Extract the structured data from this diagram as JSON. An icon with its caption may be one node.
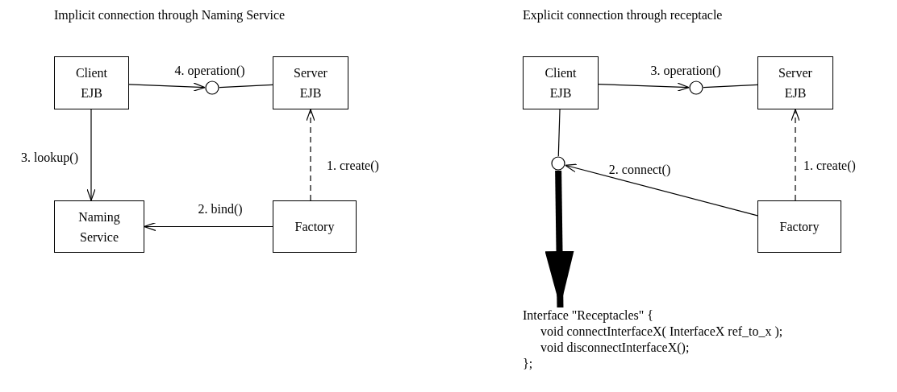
{
  "diagram": {
    "nodes": [
      {
        "text": [
          "Client EJB"
        ]
      },
      {
        "text": [
          "Server EJB"
        ]
      },
      {
        "text": [
          "Naming Service"
        ]
      },
      {
        "text": [
          "Factory"
        ]
      },
      {
        "text": [],
        "shape": "circle"
      },
      {
        "text": [
          "Client EJB"
        ]
      },
      {
        "text": [
          "Server EJB"
        ]
      },
      {
        "text": [],
        "shape": "circle"
      },
      {
        "text": [],
        "shape": "circle"
      },
      {
        "text": [
          "Factory"
        ]
      },
      {
        "text": [
          "Interface \"Receptacles\" {",
          "void connectInterfaceX( InterfaceX ref_to_x );",
          "void disconnectInterfaceX();",
          "};"
        ]
      }
    ],
    "edges": [
      {
        "from": 0,
        "to": 4,
        "arrow": "to",
        "label": "4. operation()"
      },
      {
        "from": 4,
        "to": 1,
        "arrow": "none"
      },
      {
        "from": 0,
        "to": 2,
        "arrow": "to",
        "label": "3. lookup()"
      },
      {
        "from": 3,
        "to": 2,
        "arrow": "to",
        "label": "2. bind()"
      },
      {
        "from": 3,
        "to": 1,
        "arrow": "to",
        "label": "1. create()",
        "style": "dashed"
      },
      {
        "from": 5,
        "to": 7,
        "arrow": "to",
        "label": "3. operation()"
      },
      {
        "from": 7,
        "to": 6,
        "arrow": "none"
      },
      {
        "from": 5,
        "to": 8,
        "arrow": "none"
      },
      {
        "from": 9,
        "to": 8,
        "arrow": "to",
        "label": "2. connect()"
      },
      {
        "from": 9,
        "to": 6,
        "arrow": "to",
        "label": "1. create()",
        "style": "dashed"
      },
      {
        "from": 8,
        "to": 10,
        "arrow": "to",
        "style": "thick"
      }
    ],
    "labels": [
      "Implicit connection through Naming Service",
      "Explicit connection through receptacle"
    ]
  }
}
